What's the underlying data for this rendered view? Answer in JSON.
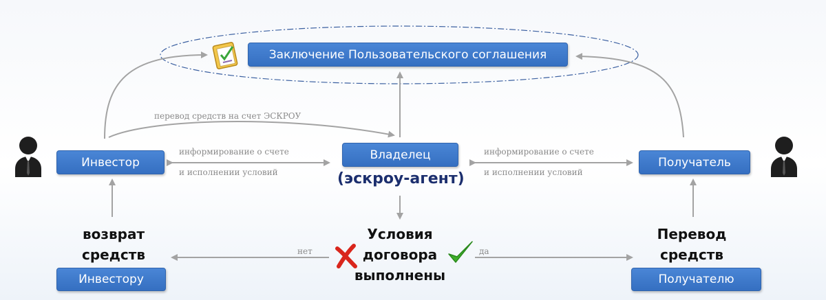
{
  "top_box": "Заключение Пользовательского соглашения",
  "investor": "Инвестор",
  "owner": "Владелец",
  "escrow_agent": "(эскроу-агент)",
  "recipient": "Получатель",
  "transfer_label": "перевод средств на счет ЭСКРОУ",
  "info_left": {
    "line1": "информирование о счете",
    "line2": "и исполнении условий"
  },
  "info_right": {
    "line1": "информирование о счете",
    "line2": "и исполнении условий"
  },
  "condition": {
    "line1": "Условия",
    "line2": "договора",
    "line3": "выполнены"
  },
  "no_label": "нет",
  "yes_label": "да",
  "refund": {
    "line1": "возврат",
    "line2": "средств"
  },
  "to_investor": "Инвестору",
  "transfer": {
    "line1": "Перевод",
    "line2": "средств"
  },
  "to_recipient": "Получателю",
  "colors": {
    "box": "#3a76c9",
    "arrow": "#a3a3a3",
    "ellipse": "#3a5fa0",
    "no": "#d9261c",
    "yes": "#3fae2a",
    "escrow_text": "#1c2f6e"
  }
}
